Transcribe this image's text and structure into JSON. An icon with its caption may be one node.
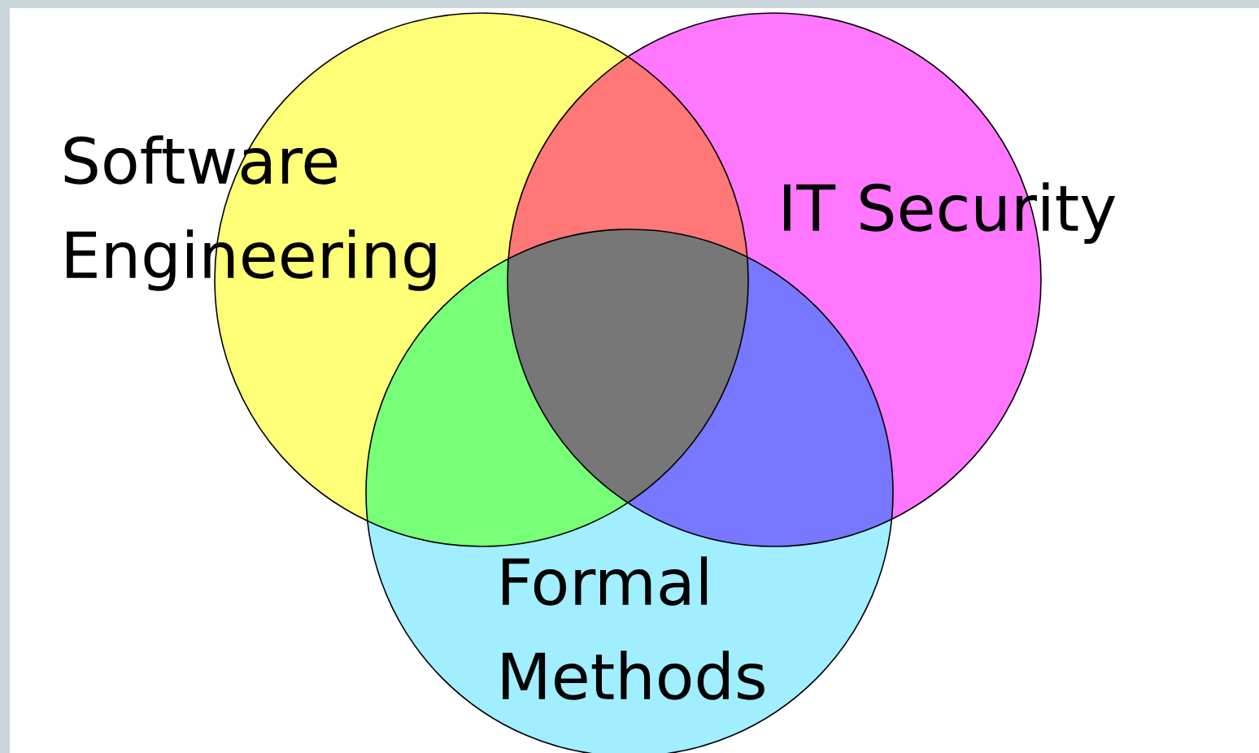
{
  "diagram": {
    "nodes": [
      {
        "text": [
          "Software Engineering"
        ]
      },
      {
        "text": [
          "IT Security"
        ]
      },
      {
        "text": [
          "Formal Methods"
        ]
      }
    ]
  }
}
